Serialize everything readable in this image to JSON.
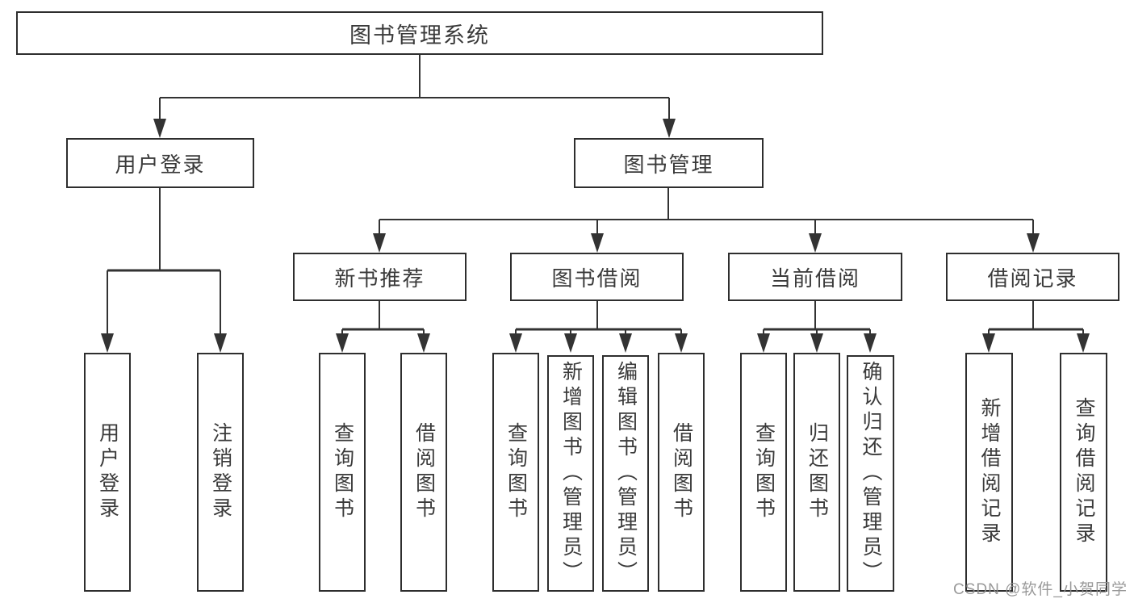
{
  "root": {
    "label": "图书管理系统"
  },
  "level2": {
    "user_login": "用户登录",
    "book_management": "图书管理"
  },
  "level3": {
    "new_book": "新书推荐",
    "book_borrow": "图书借阅",
    "current_borrow": "当前借阅",
    "borrow_record": "借阅记录"
  },
  "leaves": {
    "user_login": [
      "用户登录",
      "注销登录"
    ],
    "new_book": [
      "查询图书",
      "借阅图书"
    ],
    "book_borrow": [
      "查询图书",
      "新增图书（管理员）",
      "编辑图书（管理员）",
      "借阅图书"
    ],
    "current_borrow": [
      "查询图书",
      "归还图书",
      "确认归还（管理员）"
    ],
    "borrow_record": [
      "新增借阅记录",
      "查询借阅记录"
    ]
  },
  "watermark": "CSDN @软件_小贺同学",
  "colors": {
    "line": "#333333",
    "border": "#2e2e2e",
    "text": "#3a3a3a",
    "background": "#ffffff",
    "watermark": "#8f8f8f"
  }
}
